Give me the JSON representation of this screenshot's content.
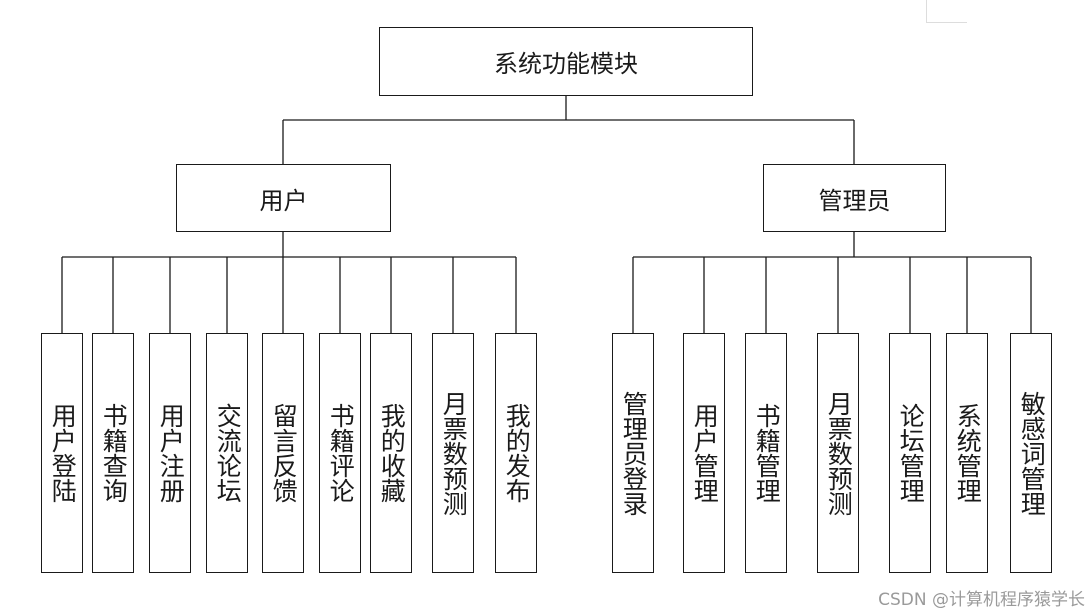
{
  "root": "系统功能模块",
  "groups": [
    {
      "label": "用户",
      "children": [
        "用户登陆",
        "书籍查询",
        "用户注册",
        "交流论坛",
        "留言反馈",
        "书籍评论",
        "我的收藏",
        "月票数预测",
        "我的发布"
      ]
    },
    {
      "label": "管理员",
      "children": [
        "管理员登录",
        "用户管理",
        "书籍管理",
        "月票数预测",
        "论坛管理",
        "系统管理",
        "敏感词管理"
      ]
    }
  ],
  "watermark": "CSDN @计算机程序猿学长"
}
